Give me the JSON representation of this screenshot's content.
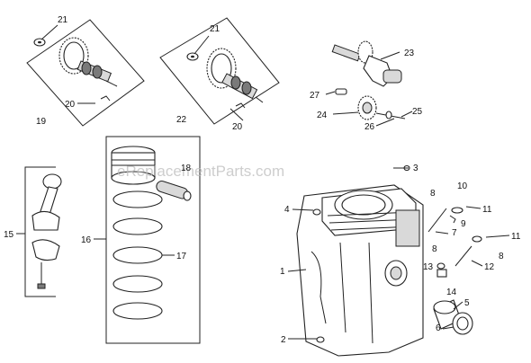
{
  "watermark": "eReplacementParts.com",
  "labels": {
    "l1": "1",
    "l2": "2",
    "l3": "3",
    "l4": "4",
    "l5": "5",
    "l6": "6",
    "l7": "7",
    "l8a": "8",
    "l8b": "8",
    "l8c": "8",
    "l9": "9",
    "l10": "10",
    "l11a": "11",
    "l11b": "11",
    "l12": "12",
    "l13": "13",
    "l14": "14",
    "l15": "15",
    "l16": "16",
    "l17": "17",
    "l18": "18",
    "l19": "19",
    "l20a": "20",
    "l20b": "20",
    "l21a": "21",
    "l21b": "21",
    "l22": "22",
    "l23": "23",
    "l24": "24",
    "l25": "25",
    "l26": "26",
    "l27": "27"
  }
}
